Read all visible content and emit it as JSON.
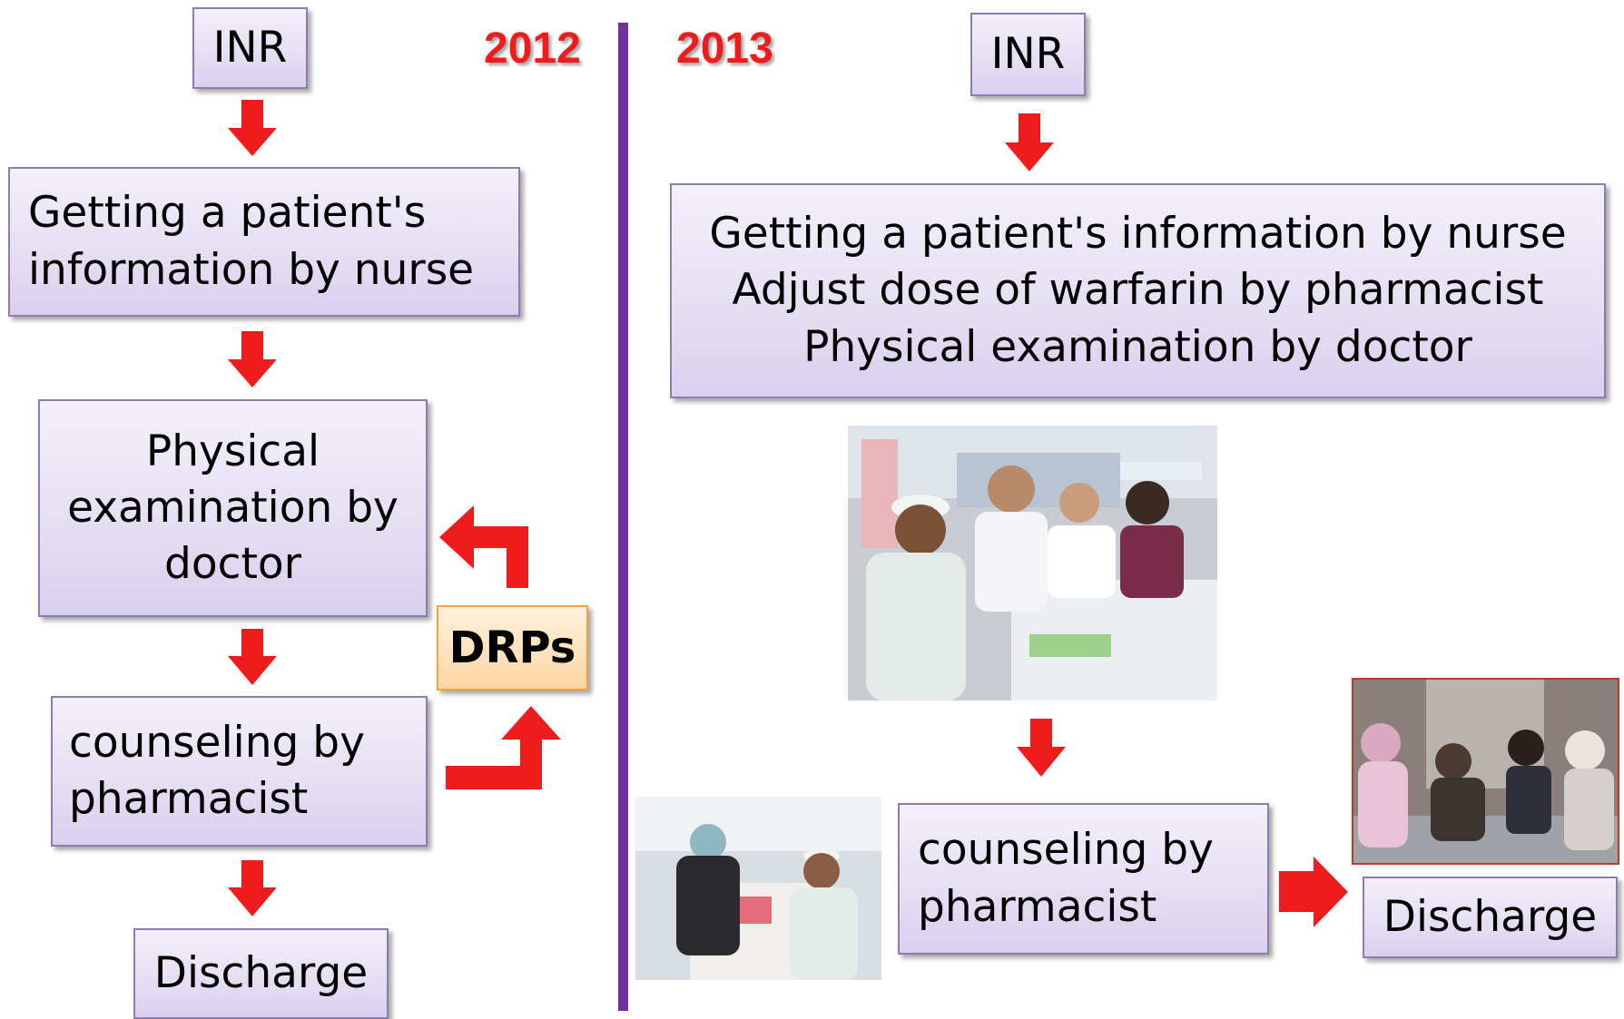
{
  "left": {
    "year": "2012",
    "inr": "INR",
    "getting_info": "Getting a patient's\ninformation by nurse",
    "physical_exam": "Physical\nexamination by\ndoctor",
    "counseling": "counseling  by\npharmacist",
    "discharge": "Discharge",
    "drps": "DRPs"
  },
  "right": {
    "year": "2013",
    "inr": "INR",
    "combined_steps": "Getting a patient's information by nurse\nAdjust dose of warfarin by pharmacist\nPhysical examination by doctor",
    "counseling": "counseling  by\npharmacist",
    "discharge": "Discharge"
  },
  "colors": {
    "arrow": "#ee1c1c",
    "divider": "#7030a0",
    "box_fill": "#e6e0f3",
    "box_border": "#8e7bb0",
    "drps_fill": "#fdd6a4"
  }
}
